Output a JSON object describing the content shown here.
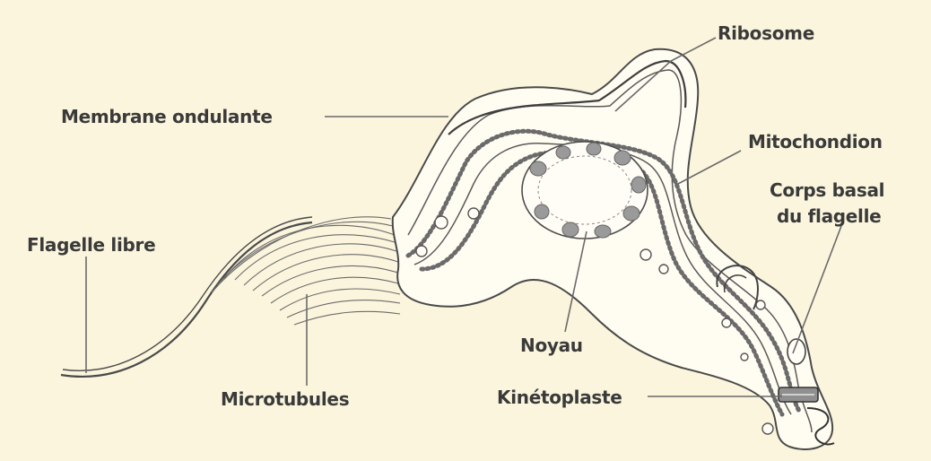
{
  "diagram": {
    "background_color": "#fbf5dd",
    "labels": {
      "ribosome": "Ribosome",
      "membrane": "Membrane ondulante",
      "mitochondrion": "Mitochondion",
      "basal_body_line1": "Corps basal",
      "basal_body_line2": "du flagelle",
      "free_flagellum": "Flagelle libre",
      "nucleus": "Noyau",
      "microtubules": "Microtubules",
      "kinetoplast": "Kinétoplaste"
    }
  }
}
